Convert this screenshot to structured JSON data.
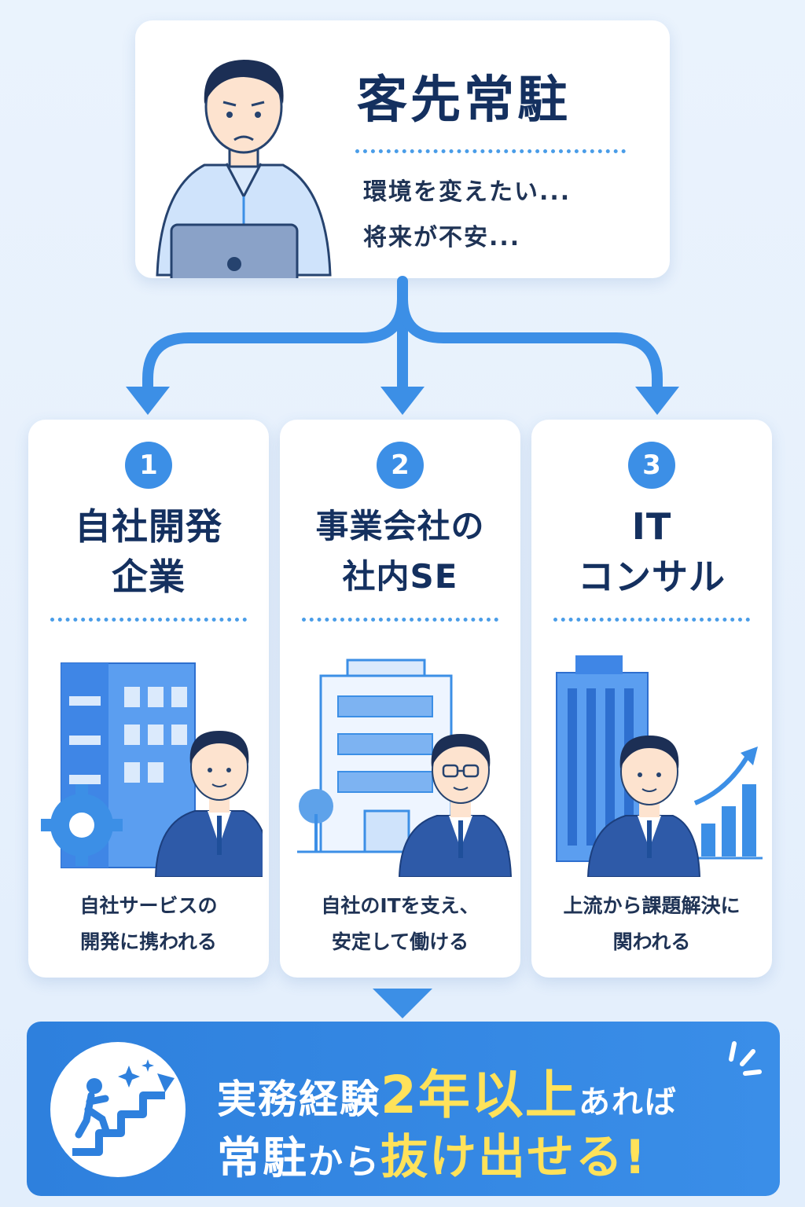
{
  "top": {
    "title": "客先常駐",
    "line1": "環境を変えたい...",
    "line2": "将来が不安..."
  },
  "options": [
    {
      "number": "1",
      "title_line1": "自社開発",
      "title_line2": "企業",
      "desc_line1": "自社サービスの",
      "desc_line2": "開発に携われる"
    },
    {
      "number": "2",
      "title_line1": "事業会社の",
      "title_line2": "社内SE",
      "desc_line1": "自社のITを支え、",
      "desc_line2": "安定して働ける"
    },
    {
      "number": "3",
      "title_line1": "IT",
      "title_line2": "コンサル",
      "desc_line1": "上流から課題解決に",
      "desc_line2": "関われる"
    }
  ],
  "banner": {
    "line1_a": "実務経験",
    "line1_b": "2年以上",
    "line1_c": "あれば",
    "line2_a": "常駐",
    "line2_b": "から",
    "line2_c": "抜け出せる!"
  },
  "colors": {
    "accent": "#3c8fe6",
    "navy": "#14305f",
    "highlight": "#ffe25a"
  }
}
